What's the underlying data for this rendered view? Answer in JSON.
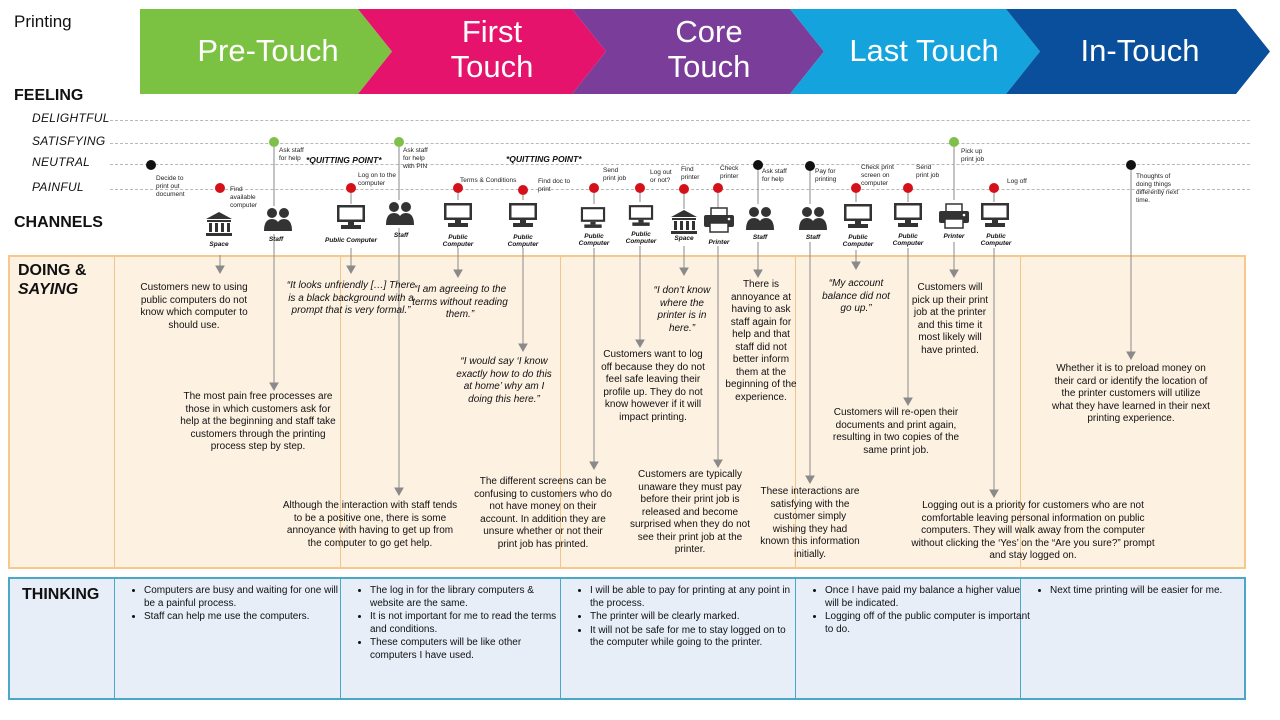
{
  "title": "Printing",
  "phases": [
    {
      "lines": [
        "Pre-Touch"
      ],
      "color": "#7cc242"
    },
    {
      "lines": [
        "First",
        "Touch"
      ],
      "color": "#e5136b"
    },
    {
      "lines": [
        "Core",
        "Touch"
      ],
      "color": "#7a3d99"
    },
    {
      "lines": [
        "Last Touch"
      ],
      "color": "#15a3dd"
    },
    {
      "lines": [
        "In-Touch"
      ],
      "color": "#0a4f9c"
    }
  ],
  "rows": {
    "feeling": "FEELING",
    "channels": "CHANNELS",
    "doing_line1": "DOING &",
    "doing_line2": "SAYING",
    "thinking": "THINKING"
  },
  "feelings": [
    "DELIGHTFUL",
    "SATISFYING",
    "NEUTRAL",
    "PAINFUL"
  ],
  "quitting": "*QUITTING POINT*",
  "colors": {
    "red": "#d4111a",
    "green": "#7ec04a",
    "black": "#111111",
    "doing_bg": "#fdf1e2",
    "doing_border": "#f6c98a",
    "thinking_bg": "#e7eef8",
    "thinking_border": "#4ba7c6",
    "icon": "#333333"
  },
  "steps": [
    {
      "label": "Decide to print out document",
      "color": "black",
      "level": "neutral"
    },
    {
      "label": "Find available computer",
      "color": "red",
      "level": "painful"
    },
    {
      "label": "Ask staff for help",
      "color": "green",
      "level": "satisfying"
    },
    {
      "label": "Log on to the computer",
      "color": "red",
      "level": "painful"
    },
    {
      "label": "Ask staff for help with PIN",
      "color": "green",
      "level": "satisfying"
    },
    {
      "label": "Terms & Conditions",
      "color": "red",
      "level": "painful"
    },
    {
      "label": "Find doc to print",
      "color": "red",
      "level": "painful"
    },
    {
      "label": "Send print job",
      "color": "red",
      "level": "painful"
    },
    {
      "label": "Log out or not?",
      "color": "red",
      "level": "painful"
    },
    {
      "label": "Find printer",
      "color": "red",
      "level": "painful"
    },
    {
      "label": "Check printer",
      "color": "red",
      "level": "painful"
    },
    {
      "label": "Ask staff for help",
      "color": "black",
      "level": "neutral"
    },
    {
      "label": "Pay for printing",
      "color": "black",
      "level": "neutral"
    },
    {
      "label": "Check print screen on computer",
      "color": "red",
      "level": "painful"
    },
    {
      "label": "Send print job",
      "color": "red",
      "level": "painful"
    },
    {
      "label": "Pick up print job",
      "color": "green",
      "level": "satisfying"
    },
    {
      "label": "Log off",
      "color": "red",
      "level": "painful"
    },
    {
      "label": "Thoughts of doing things differently next time.",
      "color": "black",
      "level": "neutral"
    }
  ],
  "channels": [
    {
      "label": "Space",
      "icon": "building-icon"
    },
    {
      "label": "Staff",
      "icon": "people-icon"
    },
    {
      "label": "Public Computer",
      "icon": "computer-icon"
    },
    {
      "label": "Staff",
      "icon": "people-icon"
    },
    {
      "label": "Public Computer",
      "icon": "computer-icon"
    },
    {
      "label": "Public Computer",
      "icon": "computer-icon"
    },
    {
      "label": "Public Computer",
      "icon": "computer-icon"
    },
    {
      "label": "Public Computer",
      "icon": "computer-icon"
    },
    {
      "label": "Space",
      "icon": "building-icon"
    },
    {
      "label": "Printer",
      "icon": "printer-icon"
    },
    {
      "label": "Staff",
      "icon": "people-icon"
    },
    {
      "label": "Staff",
      "icon": "people-icon"
    },
    {
      "label": "Public Computer",
      "icon": "computer-icon"
    },
    {
      "label": "Public Computer",
      "icon": "computer-icon"
    },
    {
      "label": "Printer",
      "icon": "printer-icon"
    },
    {
      "label": "Public Computer",
      "icon": "computer-icon"
    }
  ],
  "notes": [
    {
      "text": "Customers new to using public computers do not know which computer to should use.",
      "quote": false
    },
    {
      "text": "The most pain free processes are those in which customers ask for help at the beginning and staff take customers through the printing process step by step.",
      "quote": false
    },
    {
      "text": "“It looks unfriendly […] There is a black background with a prompt that is very formal.”",
      "quote": true
    },
    {
      "text": "Although the interaction with staff tends to be a positive one, there is some annoyance with having to get up from the computer to go get help.",
      "quote": false
    },
    {
      "text": "“I am agreeing to the terms without reading them.”",
      "quote": true
    },
    {
      "text": "“I would say ‘I know exactly how to do this at home’ why am I doing this here.”",
      "quote": true
    },
    {
      "text": "The different screens can be confusing to customers who do not have money on their account. In addition they are unsure whether or not their print job has printed.",
      "quote": false
    },
    {
      "text": "Customers want to log off because they do not feel safe leaving their profile up. They do not know however if it will impact printing.",
      "quote": false
    },
    {
      "text": "“I don’t know where the printer is in here.”",
      "quote": true
    },
    {
      "text": "Customers are typically unaware they must pay before their print job is released and become surprised when they do not see their print job at the printer.",
      "quote": false
    },
    {
      "text": "There is annoyance at having to ask staff again for help and that staff did not better inform them at the beginning of the experience.",
      "quote": false
    },
    {
      "text": "These interactions are satisfying with the customer simply wishing they had known this information initially.",
      "quote": false
    },
    {
      "text": "“My account balance did not go up.”",
      "quote": true
    },
    {
      "text": "Customers will re-open their documents and print again, resulting in two copies of the same print job.",
      "quote": false
    },
    {
      "text": "Customers will pick up their print job at the printer and this time it most likely will have printed.",
      "quote": false
    },
    {
      "text": "Logging out is a priority for customers who are not comfortable leaving personal information on public computers. They will walk away from the computer without clicking the ‘Yes’ on the “Are you sure?” prompt and stay logged on.",
      "quote": false
    },
    {
      "text": "Whether it is to preload money on their card or identify the location of the printer customers will utilize what they have learned in their next printing experience.",
      "quote": false
    }
  ],
  "thinking": [
    [
      "Computers are busy and waiting for one will be a painful process.",
      "Staff can help me use the computers."
    ],
    [
      "The log in for the library computers & website are the same.",
      "It is not important for me to read the terms and conditions.",
      "These computers will be like other computers I have used."
    ],
    [
      "I will be able to pay for printing at any point in the process.",
      "The printer will be clearly marked.",
      "It will not be safe for me to stay logged on to the computer while going to the printer."
    ],
    [
      "Once I have paid my balance a higher value will be indicated.",
      "Logging off of the public computer is important to do."
    ],
    [
      "Next time printing will be easier for me."
    ]
  ]
}
